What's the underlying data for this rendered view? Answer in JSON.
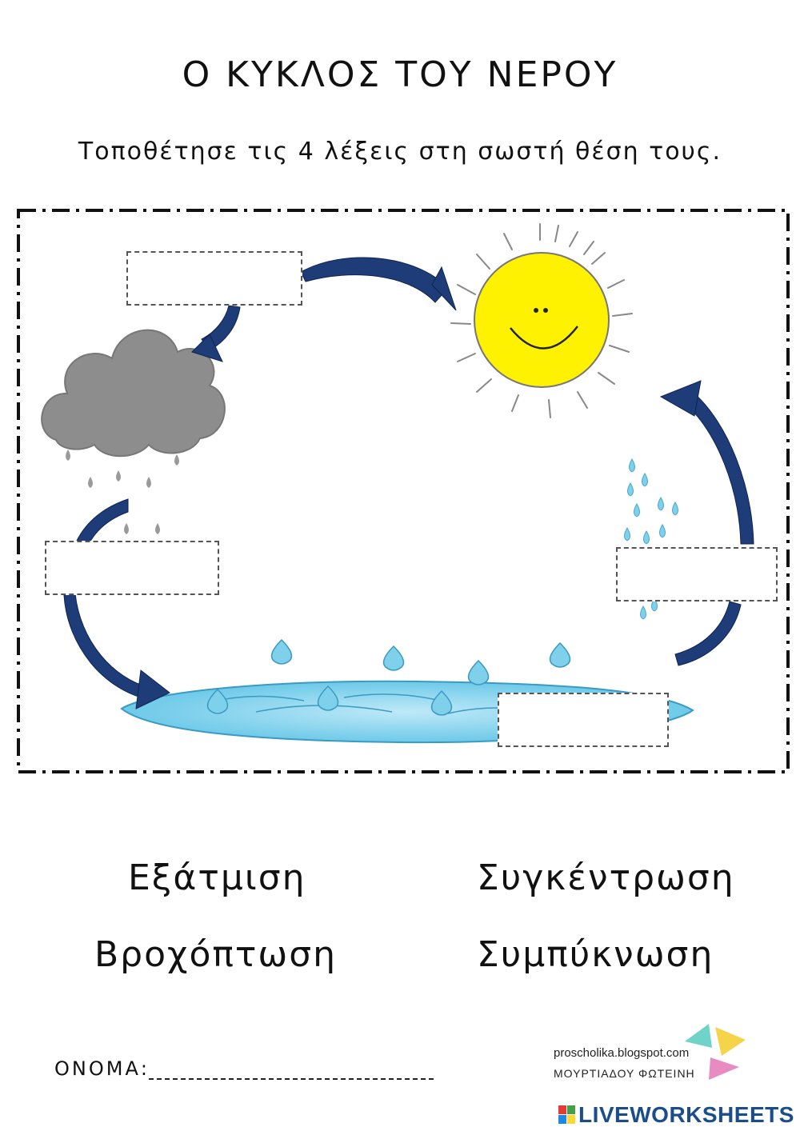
{
  "header": {
    "title": "Ο ΚΥΚΛΟΣ ΤΟΥ ΝΕΡΟΥ",
    "instruction": "Τοποθέτησε τις 4 λέξεις στη σωστή θέση τους."
  },
  "word_bank": {
    "words": [
      "Εξάτμιση",
      "Συγκέντρωση",
      "Βροχόπτωση",
      "Συμπύκνωση"
    ]
  },
  "footer": {
    "name_label": "ΟΝΟΜΑ:",
    "credit_url": "proscholika.blogspot.com",
    "credit_name": "ΜΟΥΡΤΙΑΔΟΥ ΦΩΤΕΙΝΗ",
    "brand": "LIVEWORKSHEETS"
  },
  "colors": {
    "arrow": "#1e3c78",
    "sun": "#fff200",
    "cloud": "#8d8d8d",
    "water": "#7fd0ea",
    "brand": "#1b4d8c"
  }
}
